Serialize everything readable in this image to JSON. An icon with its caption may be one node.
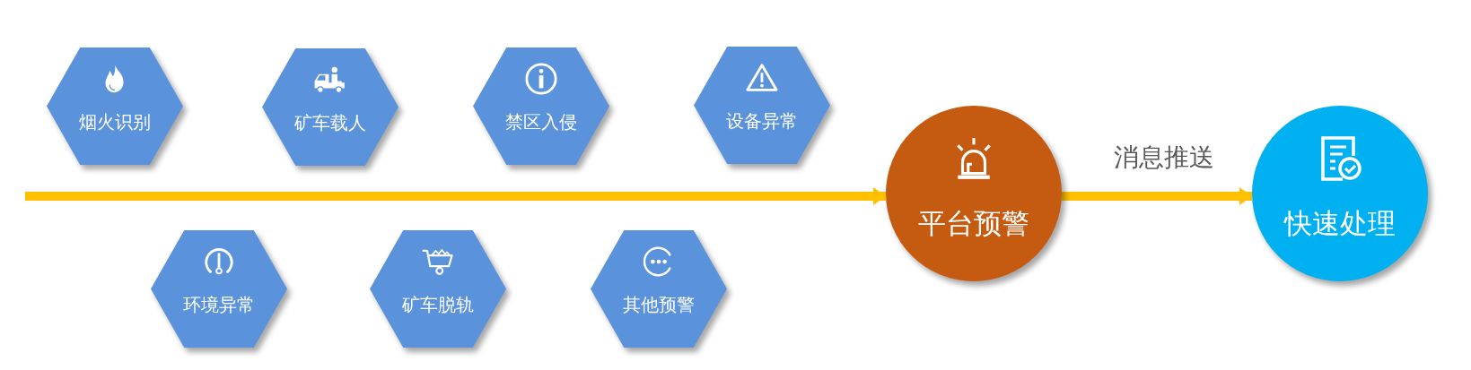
{
  "diagram": {
    "nodes": [
      {
        "text": [
          "烟火识别"
        ]
      },
      {
        "text": [
          "矿车载人"
        ]
      },
      {
        "text": [
          "禁区入侵"
        ]
      },
      {
        "text": [
          "设备异常"
        ]
      },
      {
        "text": [
          "环境异常"
        ]
      },
      {
        "text": [
          "矿车脱轨"
        ]
      },
      {
        "text": [
          "其他预警"
        ]
      },
      {
        "text": [
          "平台预警"
        ]
      },
      {
        "text": [
          "快速处理"
        ]
      }
    ],
    "edges": [
      {
        "from": null,
        "to": 7,
        "arrow": "to"
      },
      {
        "from": 7,
        "to": 8,
        "arrow": "to",
        "label": "消息推送"
      }
    ]
  }
}
